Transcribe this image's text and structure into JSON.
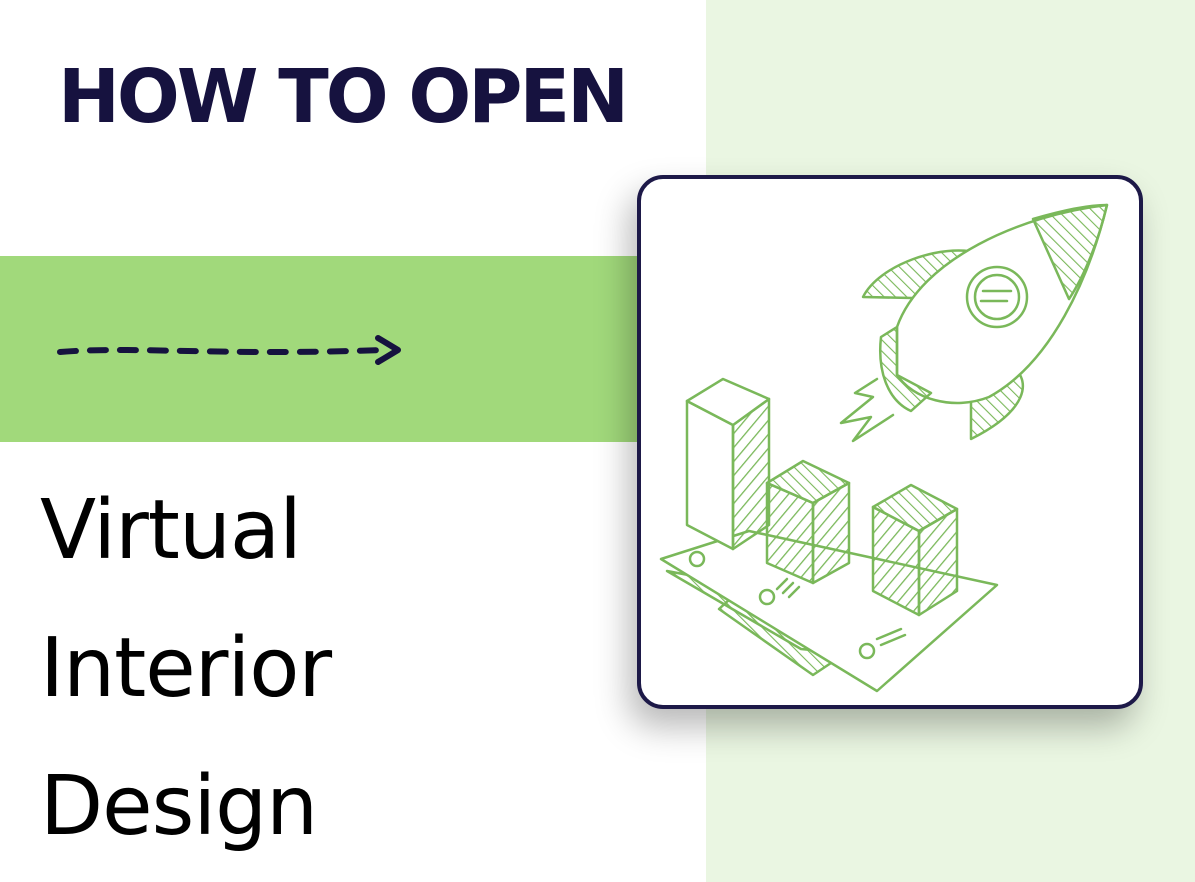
{
  "heading": "HOW TO OPEN",
  "title": {
    "line1": "Virtual",
    "line2": "Interior",
    "line3": "Design"
  },
  "colors": {
    "navy": "#16123f",
    "band_green": "#a1d97b",
    "pale_green": "#eaf6e2",
    "sketch_green": "#7ab85a"
  },
  "icons": {
    "arrow": "dashed-right-arrow",
    "illustration": "rocket-and-growth-bars-sketch"
  }
}
